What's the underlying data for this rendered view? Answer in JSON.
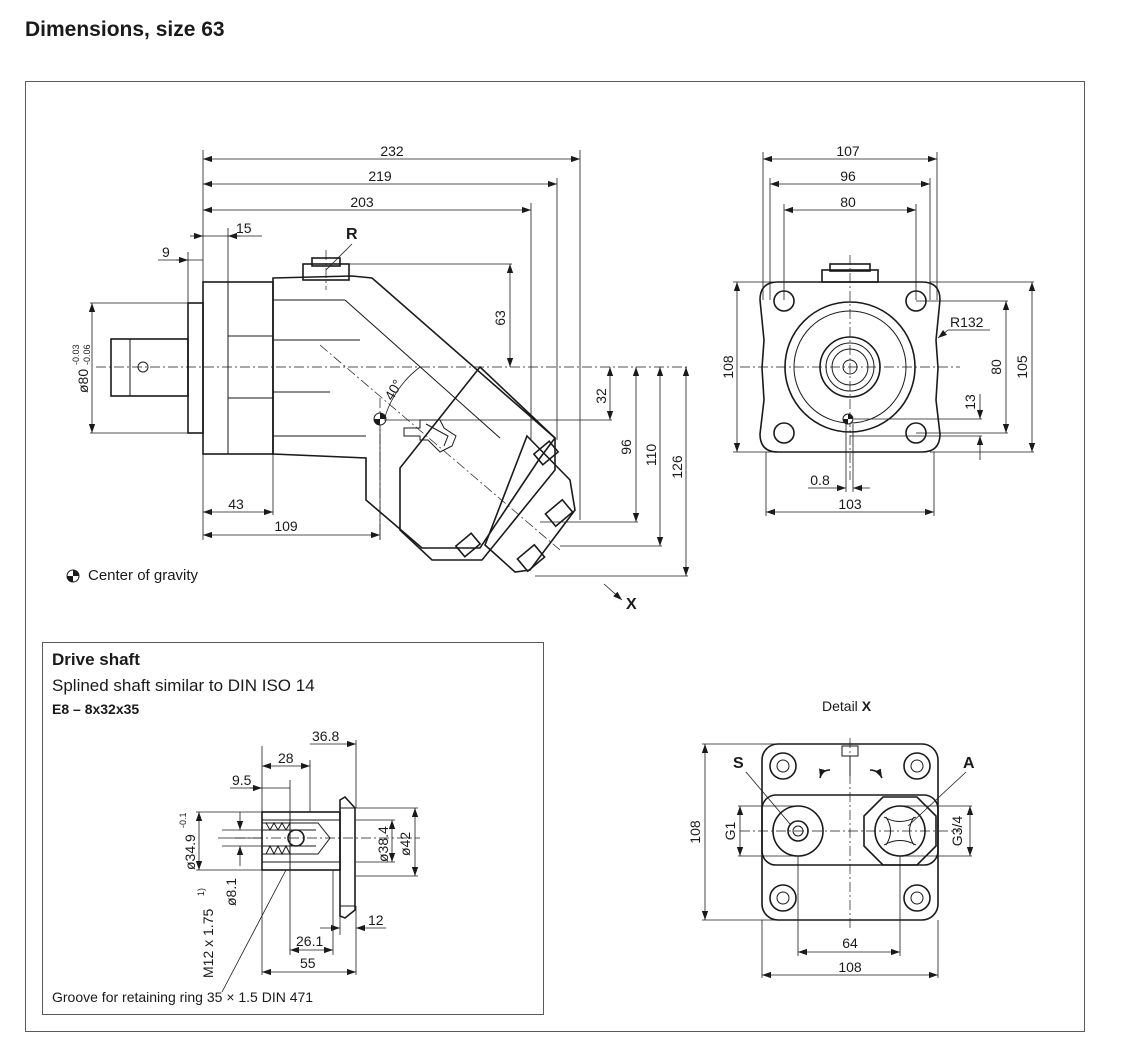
{
  "title": "Dimensions, size 63",
  "legend": {
    "center_of_gravity": "Center of gravity"
  },
  "side_view": {
    "dims": {
      "d232": "232",
      "d219": "219",
      "d203": "203",
      "d15": "15",
      "d9": "9",
      "d63": "63",
      "d32": "32",
      "d96": "96",
      "d110": "110",
      "d126": "126",
      "d43": "43",
      "d109": "109",
      "shaft_dia": "ø80",
      "shaft_tol_upper": "-0.03",
      "shaft_tol_lower": "-0.06",
      "angle": "40°"
    },
    "port_r": "R",
    "view_x": "X"
  },
  "front_view": {
    "dims": {
      "d107": "107",
      "d96": "96",
      "d80w": "80",
      "d108": "108",
      "r132": "R132",
      "d80h": "80",
      "d105": "105",
      "d13": "13",
      "d08": "0.8",
      "d103": "103"
    }
  },
  "drive_shaft": {
    "title": "Drive shaft",
    "subtitle": "Splined shaft similar to DIN ISO 14",
    "code": "E8 – 8x32x35",
    "dims": {
      "d368": "36.8",
      "d28": "28",
      "d95": "9.5",
      "d349": "ø34.9",
      "d349_tol": "-0.1",
      "d384": "ø38.4",
      "d42": "ø42",
      "d81": "ø8.1",
      "m12": "M12 x 1.75",
      "m12_note": "1)",
      "d12": "12",
      "d261": "26.1",
      "d55": "55"
    },
    "note": "Groove for retaining ring 35 × 1.5 DIN 471"
  },
  "detail_x": {
    "label_prefix": "Detail",
    "label_letter": "X",
    "port_s": "S",
    "port_a": "A",
    "dims": {
      "g1": "G1",
      "g34": "G3/4",
      "d108h": "108",
      "d64": "64",
      "d108w": "108"
    }
  }
}
